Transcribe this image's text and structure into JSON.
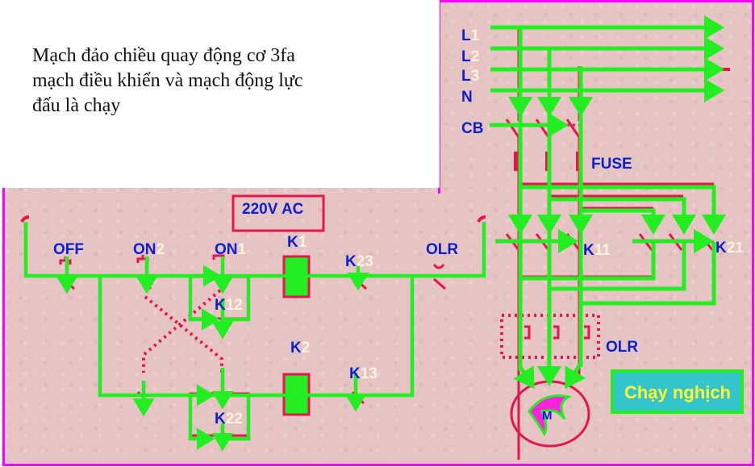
{
  "note": {
    "lines": [
      "Mạch đảo chiều quay động cơ 3fa",
      "mạch điều khiển và mạch động lực",
      "đấu là chạy"
    ]
  },
  "control_circuit": {
    "supply_label": "220V AC",
    "labels": {
      "off": {
        "main": "OFF",
        "suffix": ""
      },
      "on2": {
        "main": "ON",
        "suffix": "2"
      },
      "on1": {
        "main": "ON",
        "suffix": "1"
      },
      "k1": {
        "main": "K",
        "suffix": "1"
      },
      "k23": {
        "main": "K",
        "suffix": "23"
      },
      "olr": {
        "main": "OLR",
        "suffix": ""
      },
      "k12": {
        "main": "K",
        "suffix": "12"
      },
      "k2": {
        "main": "K",
        "suffix": "2"
      },
      "k13": {
        "main": "K",
        "suffix": "13"
      },
      "k22": {
        "main": "K",
        "suffix": "22"
      }
    }
  },
  "power_circuit": {
    "lines": [
      {
        "main": "L",
        "suffix": "1"
      },
      {
        "main": "L",
        "suffix": "2"
      },
      {
        "main": "L",
        "suffix": "3"
      },
      {
        "main": "N",
        "suffix": ""
      }
    ],
    "cb_label": "CB",
    "fuse_label": "FUSE",
    "k11": {
      "main": "K",
      "suffix": "11"
    },
    "k21": {
      "main": "K",
      "suffix": "21"
    },
    "olr_label": "OLR",
    "motor_label": "M"
  },
  "status_badge": {
    "label": "Chạy nghịch"
  },
  "colors": {
    "frame": "#ff00ff",
    "wire": "#e8144e",
    "current_flow": "#22ee22",
    "label_blue": "#0a1ed2",
    "label_suffix": "#fff5dc",
    "badge_bg": "#33c4cc",
    "badge_text": "#ffff33"
  }
}
